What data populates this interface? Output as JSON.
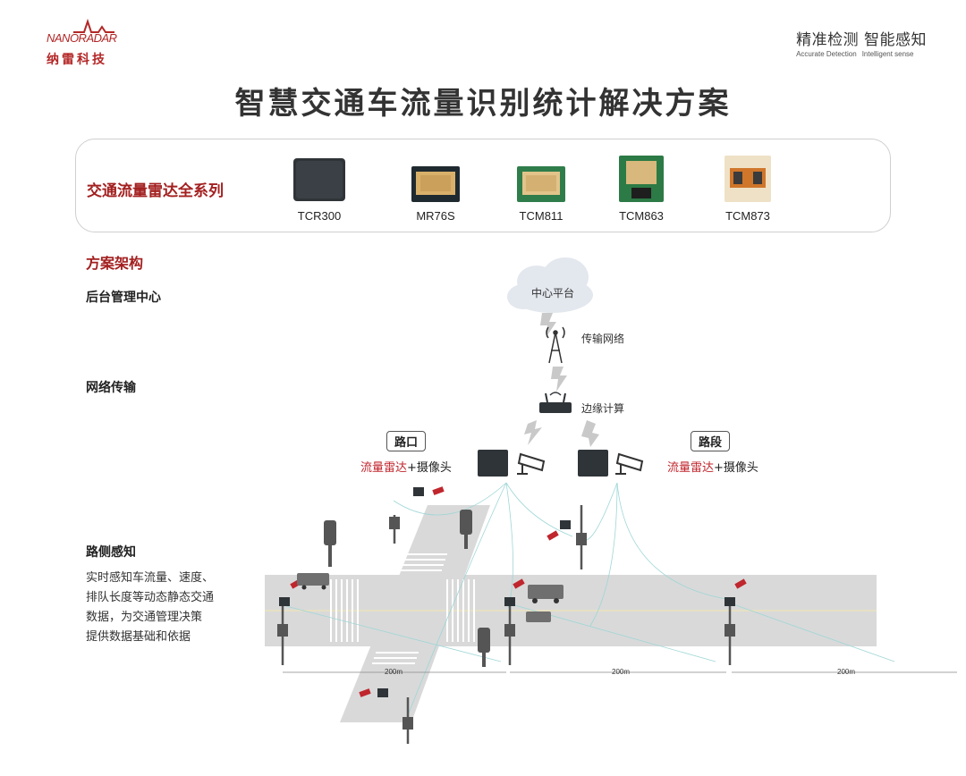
{
  "header": {
    "logo_en": "NANORADAR",
    "logo_cn": "纳雷科技",
    "slogan_cn": "精准检测 智能感知",
    "slogan_en_1": "Accurate Detection",
    "slogan_en_2": "Intelligent sense",
    "title": "智慧交通车流量识别统计解决方案"
  },
  "products": {
    "series_title": "交通流量雷达全系列",
    "items": [
      {
        "label": "TCR300",
        "icon": "dark-radar-housing"
      },
      {
        "label": "MR76S",
        "icon": "gold-pcb-module"
      },
      {
        "label": "TCM811",
        "icon": "green-pcb-module"
      },
      {
        "label": "TCM863",
        "icon": "green-square-pcb"
      },
      {
        "label": "TCM873",
        "icon": "orange-pcb-board"
      }
    ]
  },
  "architecture": {
    "section_title": "方案架构",
    "layer_backend": "后台管理中心",
    "layer_network": "网络传输",
    "layer_roadside": "路侧感知",
    "roadside_desc": [
      "实时感知车流量、速度、",
      "排队长度等动态静态交通",
      "数据，为交通管理决策",
      "提供数据基础和依据"
    ],
    "cloud_label": "中心平台",
    "tower_label": "传输网络",
    "edge_label": "边缘计算",
    "intersection_tag": "路口",
    "segment_tag": "路段",
    "combo_red": "流量雷达",
    "combo_plus": "+摄像头",
    "distances": [
      "200m",
      "200m",
      "200m"
    ]
  },
  "colors": {
    "brand_red": "#a32020",
    "road_gray": "#d9d9d9",
    "sensor_line": "#7fc8c8"
  }
}
